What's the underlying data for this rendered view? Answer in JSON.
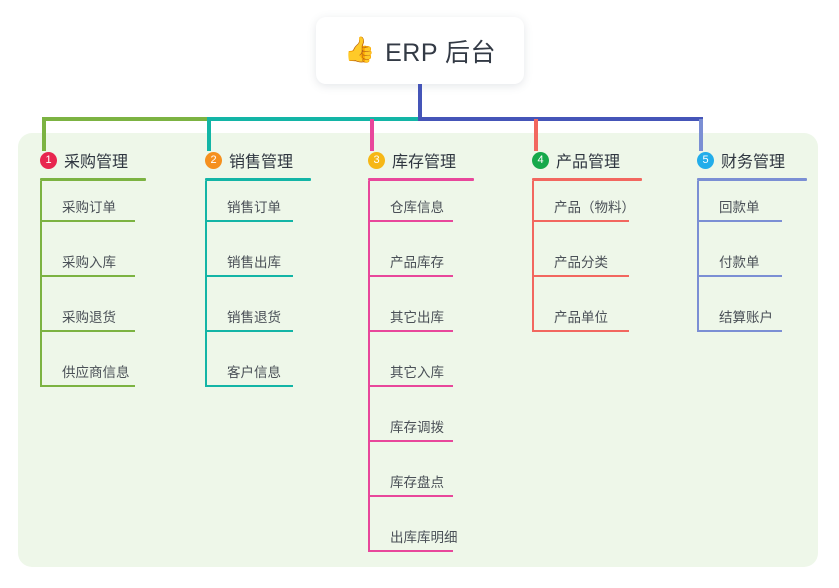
{
  "root": {
    "icon": "thumbs-up-icon",
    "emoji": "👍",
    "title": "ERP 后台"
  },
  "colors": {
    "panel_bg": "#eef7e9",
    "root_stem": "#4555b8",
    "bus_left": "#7cb342",
    "bus_mid": "#13b5a6",
    "bus_right": "#4555b8"
  },
  "columns": [
    {
      "number": "1",
      "title": "采购管理",
      "badge_color": "#e8264f",
      "line_color": "#7cb342",
      "items": [
        "采购订单",
        "采购入库",
        "采购退货",
        "供应商信息"
      ]
    },
    {
      "number": "2",
      "title": "销售管理",
      "badge_color": "#f5901e",
      "line_color": "#13b5a6",
      "items": [
        "销售订单",
        "销售出库",
        "销售退货",
        "客户信息"
      ]
    },
    {
      "number": "3",
      "title": "库存管理",
      "badge_color": "#f6b716",
      "line_color": "#e8479b",
      "items": [
        "仓库信息",
        "产品库存",
        "其它出库",
        "其它入库",
        "库存调拨",
        "库存盘点",
        "出库库明细"
      ]
    },
    {
      "number": "4",
      "title": "产品管理",
      "badge_color": "#16a94b",
      "line_color": "#f2675f",
      "items": [
        "产品（物料）",
        "产品分类",
        "产品单位"
      ]
    },
    {
      "number": "5",
      "title": "财务管理",
      "badge_color": "#22adea",
      "line_color": "#7b8fd4",
      "items": [
        "回款单",
        "付款单",
        "结算账户"
      ]
    }
  ]
}
